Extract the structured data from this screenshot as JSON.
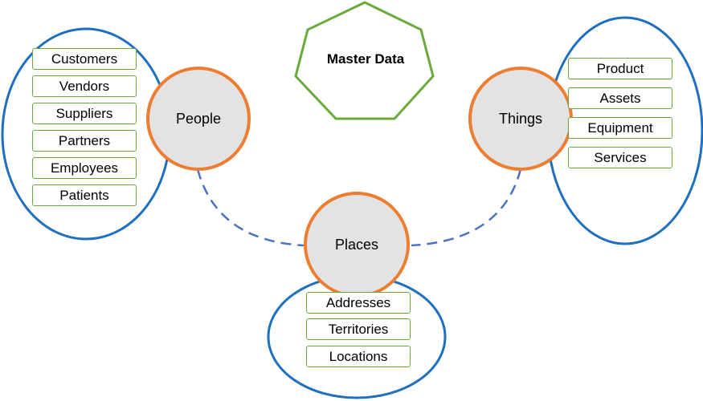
{
  "title": "Master Data",
  "colors": {
    "group_outline": "#1f6fbf",
    "hub_outline": "#ed7d31",
    "hub_fill": "#e3e3e3",
    "tag_border": "#6aaa3a",
    "heptagon": "#6aaa3a",
    "connector": "#4a72c4"
  },
  "groups": {
    "people": {
      "hub": "People",
      "items": [
        "Customers",
        "Vendors",
        "Suppliers",
        "Partners",
        "Employees",
        "Patients"
      ]
    },
    "things": {
      "hub": "Things",
      "items": [
        "Product",
        "Assets",
        "Equipment",
        "Services"
      ]
    },
    "places": {
      "hub": "Places",
      "items": [
        "Addresses",
        "Territories",
        "Locations"
      ]
    }
  }
}
